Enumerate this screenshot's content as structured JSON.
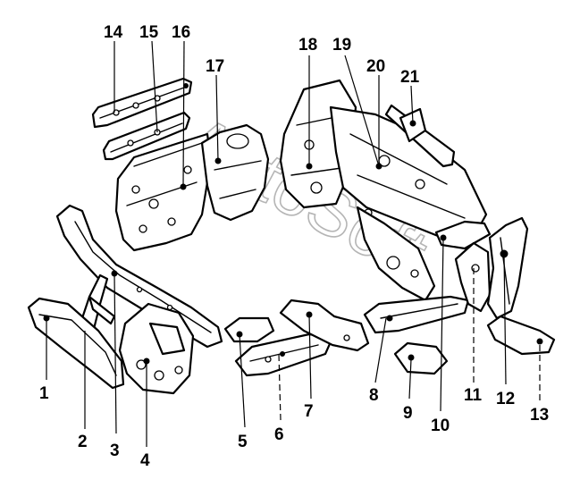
{
  "callouts": [
    {
      "id": 1,
      "label": "1"
    },
    {
      "id": 2,
      "label": "2"
    },
    {
      "id": 3,
      "label": "3"
    },
    {
      "id": 4,
      "label": "4"
    },
    {
      "id": 5,
      "label": "5"
    },
    {
      "id": 6,
      "label": "6"
    },
    {
      "id": 7,
      "label": "7"
    },
    {
      "id": 8,
      "label": "8"
    },
    {
      "id": 9,
      "label": "9"
    },
    {
      "id": 10,
      "label": "10"
    },
    {
      "id": 11,
      "label": "11"
    },
    {
      "id": 12,
      "label": "12"
    },
    {
      "id": 13,
      "label": "13"
    },
    {
      "id": 14,
      "label": "14"
    },
    {
      "id": 15,
      "label": "15"
    },
    {
      "id": 16,
      "label": "16"
    },
    {
      "id": 17,
      "label": "17"
    },
    {
      "id": 18,
      "label": "18"
    },
    {
      "id": 19,
      "label": "19"
    },
    {
      "id": 20,
      "label": "20"
    },
    {
      "id": 21,
      "label": "21"
    }
  ],
  "watermark": "AvtoSoft",
  "colors": {
    "ink": "#000000",
    "paper": "#ffffff",
    "watermark": "#b5b5b5"
  }
}
